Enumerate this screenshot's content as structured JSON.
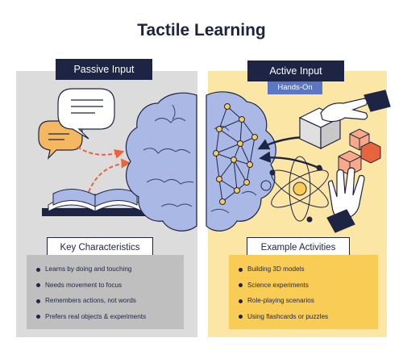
{
  "title": "Tactile Learning",
  "passive": {
    "label": "Passive Input",
    "characteristics_title": "Key Characteristics",
    "characteristics": [
      "Learns by doing and touching",
      "Needs movement to focus",
      "Remembers actions, not words",
      "Prefers real objects & experiments"
    ]
  },
  "active": {
    "label": "Active Input",
    "sublabel": "Hands-On",
    "activities_title": "Example Activities",
    "activities": [
      "Building 3D models",
      "Science experiments",
      "Role-playing scenarios",
      "Using flashcards or puzzles"
    ]
  },
  "colors": {
    "navy": "#1e2444",
    "passive_bg": "#dcdcdc",
    "active_bg": "#fce6a6",
    "brain": "#a9b8e4",
    "accent_orange": "#e8643c",
    "accent_yellow": "#f9cd55"
  }
}
